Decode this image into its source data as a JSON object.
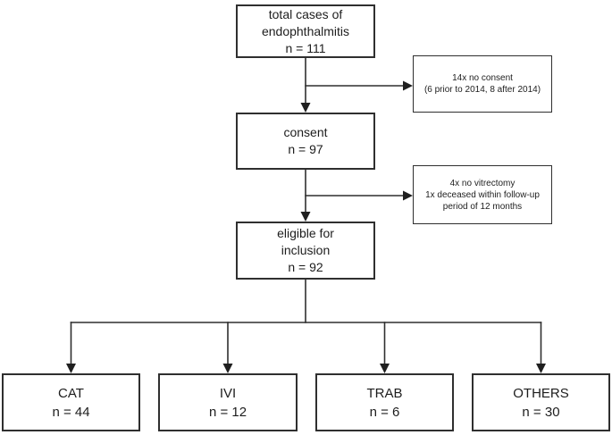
{
  "diagram": {
    "type": "flowchart",
    "colors": {
      "background": "#ffffff",
      "box_border": "#2f2f2f",
      "text": "#1d1d1d",
      "line": "#2f2f2f"
    },
    "nodes": {
      "total": {
        "text": "total cases of\nendophthalmitis\nn = 111"
      },
      "no_consent": {
        "text": "14x no consent\n(6 prior to 2014, 8 after 2014)"
      },
      "consent": {
        "text": "consent\nn = 97"
      },
      "no_vitrectomy": {
        "text": "4x no vitrectomy\n1x deceased within follow-up\nperiod of 12 months"
      },
      "eligible": {
        "text": "eligible for\ninclusion\nn = 92"
      },
      "cat": {
        "text": "CAT\nn = 44"
      },
      "ivi": {
        "text": "IVI\nn = 12"
      },
      "trab": {
        "text": "TRAB\nn = 6"
      },
      "others": {
        "text": "OTHERS\nn = 30"
      }
    }
  }
}
